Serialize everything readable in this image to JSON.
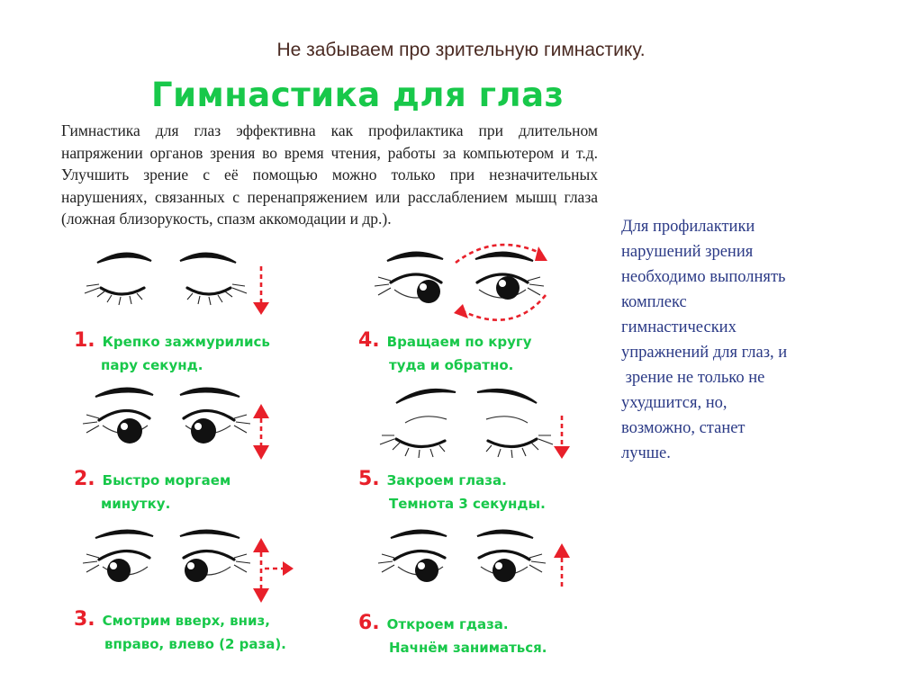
{
  "slide_title": "Не забываем про зрительную гимнастику.",
  "poster": {
    "title": "Гимнастика для глаз",
    "intro": "Гимнастика для глаз эффективна как профилактика при длительном напряжении органов зрения во время чтения, работы за компьютером и т.д. Улучшить зрение с её помощью можно только при незначительных нарушениях, связанных с перенапряжением или расслаблением мышц глаза (ложная близорукость, спазм аккомодации и др.)."
  },
  "exercises": [
    {
      "num": "1.",
      "line1": "Крепко зажмурились",
      "line2": "пару секунд.",
      "icon": "closed-eyes"
    },
    {
      "num": "2.",
      "line1": "Быстро моргаем",
      "line2": "минутку.",
      "icon": "open-eyes-up-down-arrow"
    },
    {
      "num": "3.",
      "line1": "Смотрим вверх, вниз,",
      "line2": "вправо, влево (2 раза).",
      "icon": "open-eyes-cross-arrow"
    },
    {
      "num": "4.",
      "line1": "Вращаем по кругу",
      "line2": "туда и обратно.",
      "icon": "open-eyes-circular-arrow"
    },
    {
      "num": "5.",
      "line1": "Закроем глаза.",
      "line2": "Темнота 3 секунды.",
      "icon": "closed-eyes-down-arrow"
    },
    {
      "num": "6.",
      "line1": "Откроем гдаза.",
      "line2": "Начнём заниматься.",
      "icon": "open-eyes-up-arrow"
    }
  ],
  "side_note": {
    "lines": [
      "Для профилактики",
      "нарушений зрения",
      "необходимо выполнять",
      "комплекс",
      "гимнастических",
      "упражнений для глаз, и",
      " зрение не только не",
      "ухудшится, но,",
      "возможно, станет",
      "лучше."
    ]
  },
  "colors": {
    "title_green": "#18c84a",
    "number_red": "#e8202a",
    "note_blue": "#2b3a86",
    "slide_title": "#4a2a22"
  }
}
